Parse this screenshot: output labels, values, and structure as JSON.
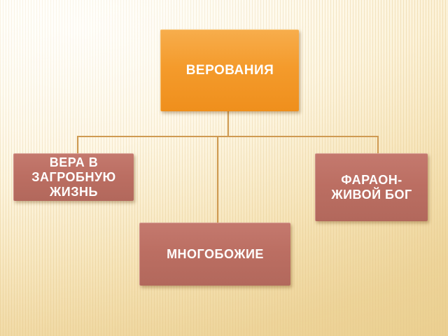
{
  "slide": {
    "background_color": "#fdf4dc",
    "accent_color": "#cf9a52"
  },
  "diagram": {
    "type": "organization-chart",
    "root": {
      "label": "ВЕРОВАНИЯ",
      "color": "#f49b2c"
    },
    "children": [
      {
        "label": "ВЕРА В ЗАГРОБНУЮ ЖИЗНЬ",
        "color": "#bb6e62"
      },
      {
        "label": "МНОГОБОЖИЕ",
        "color": "#bb6e62"
      },
      {
        "label": "ФАРАОН-ЖИВОЙ БОГ",
        "color": "#bb6e62"
      }
    ]
  }
}
